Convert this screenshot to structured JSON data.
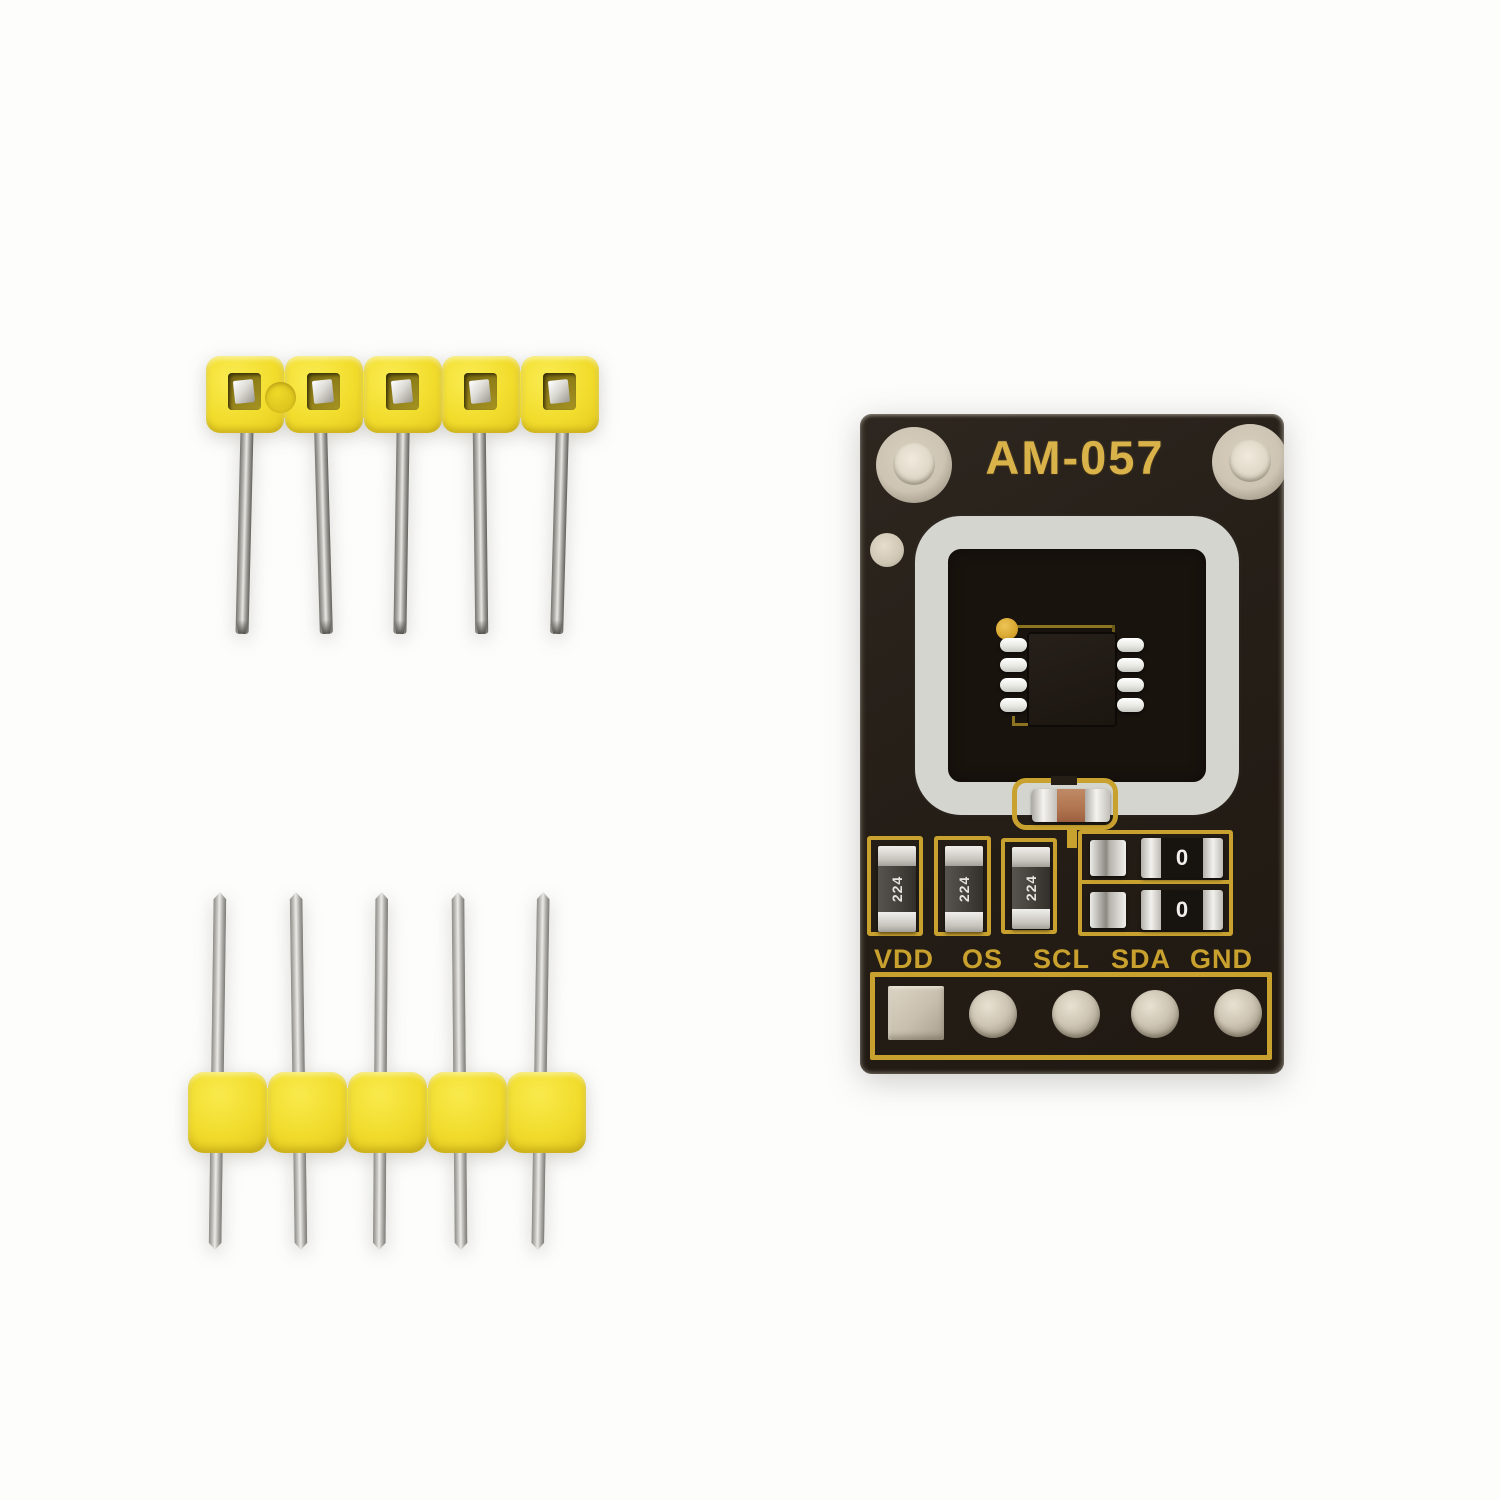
{
  "product_photo": {
    "board": {
      "title": "AM-057",
      "pin_labels": [
        "VDD",
        "OS",
        "SCL",
        "SDA",
        "GND"
      ],
      "resistor_markings": [
        "224",
        "224",
        "224"
      ],
      "zero_ohm_markings": [
        "0",
        "0"
      ]
    },
    "colors": {
      "background": "#fdfdfc",
      "pcb_substrate": "#251e18",
      "silkscreen_gold": "#c8a12f",
      "title_gold": "#d9b24a",
      "sensor_ring_white": "#d5d5d0",
      "header_yellow": "#f2dd2d",
      "pin_silver": "#b6b4af",
      "pad_beige": "#cec5b4",
      "capacitor_body_tan": "#b07450"
    }
  }
}
